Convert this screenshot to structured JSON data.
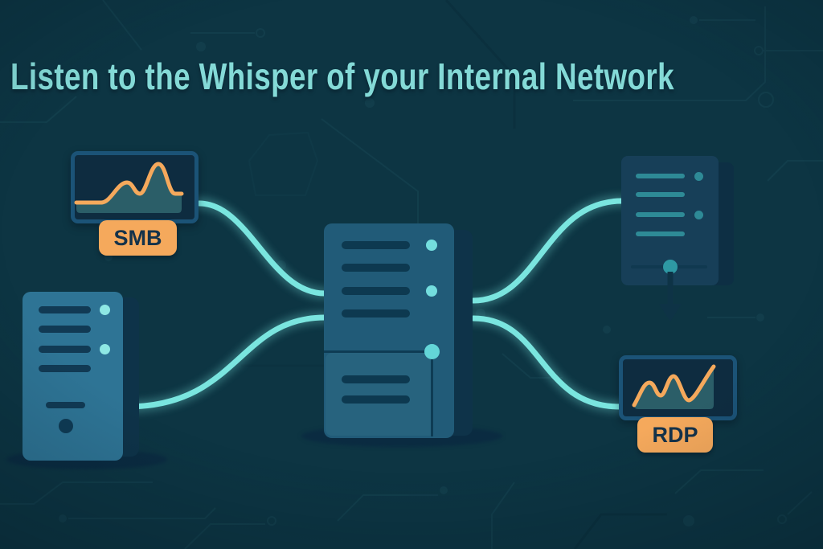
{
  "title": "Listen to the Whisper of your Internal Network",
  "badges": {
    "smb": "SMB",
    "rdp": "RDP"
  },
  "colors": {
    "background": "#0d3543",
    "title": "#84dad7",
    "connection_line": "#7ae5df",
    "badge_bg": "#f5a95c",
    "badge_text": "#14324a",
    "server_left_body": "#2e7495",
    "server_center_body": "#215b78",
    "server_right_body": "#173f58",
    "slat_dark": "#0d3950",
    "led": "#8ee8e4",
    "monitor_screen": "#0e2c40",
    "monitor_border": "#1b5377",
    "chart_line": "#f5a95c",
    "chart_fill": "#2b5e68",
    "arrow": "#0e3346"
  }
}
